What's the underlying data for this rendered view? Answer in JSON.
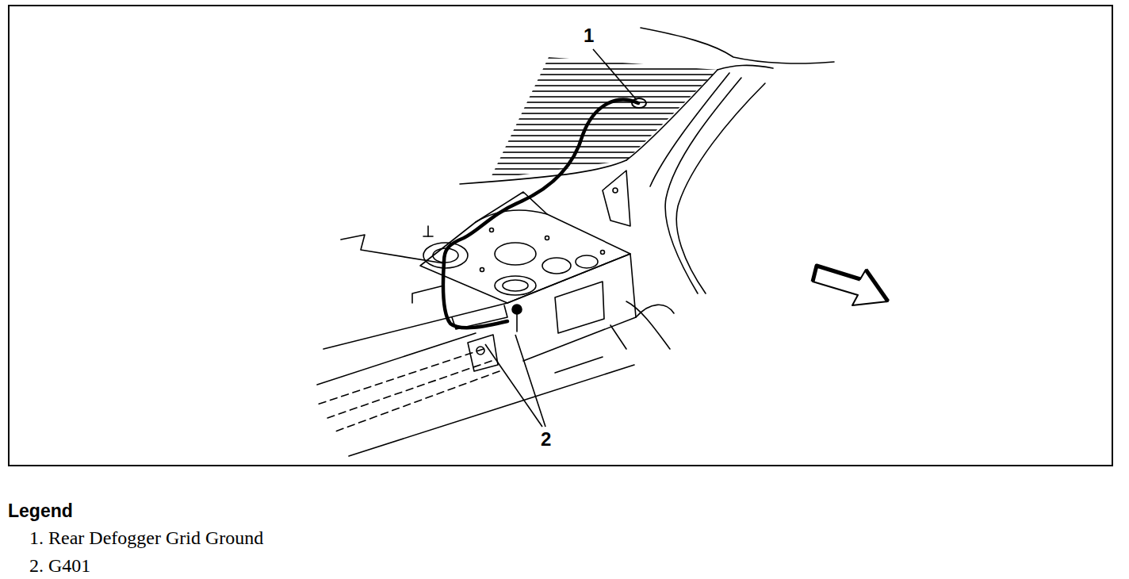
{
  "diagram": {
    "labels": [
      "1",
      "2",
      "Legend"
    ],
    "legend": [
      {
        "text": "1. Rear Defogger Grid Ground"
      },
      {
        "text": "2. G401"
      }
    ]
  }
}
